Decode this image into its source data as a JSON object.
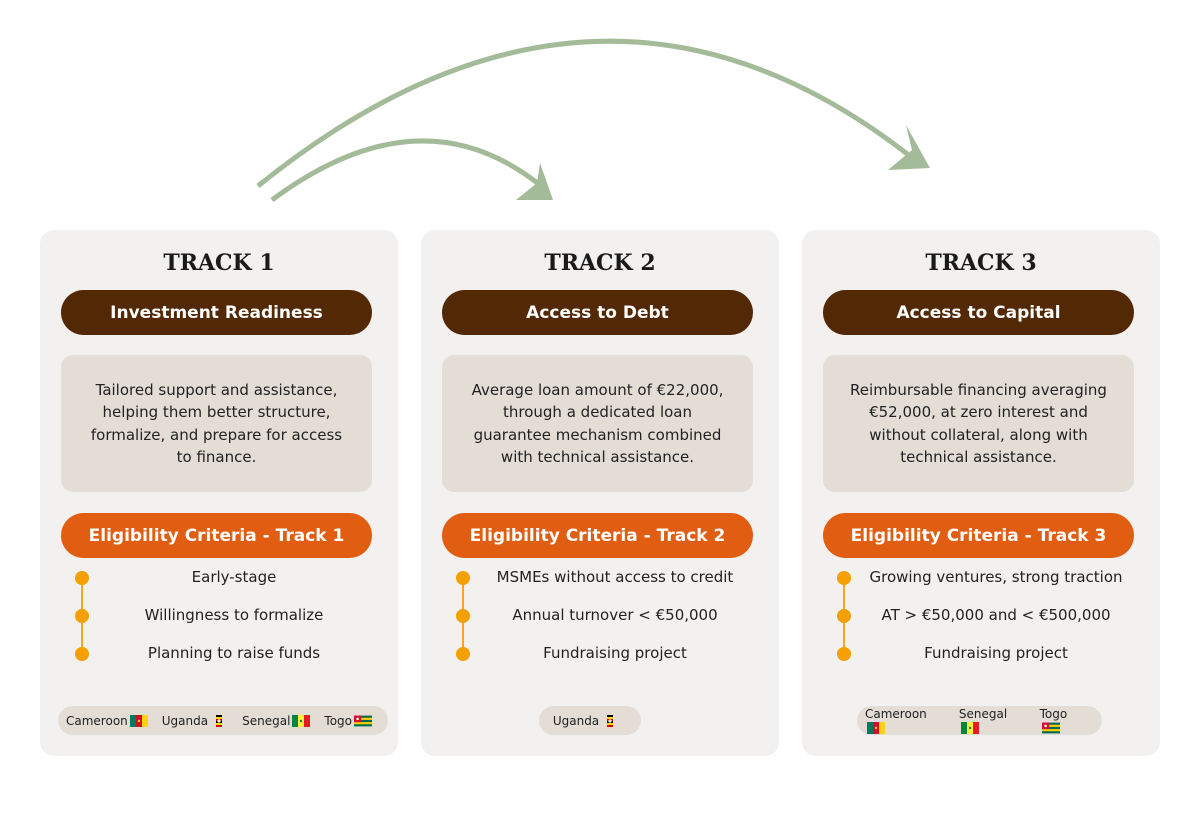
{
  "colors": {
    "arrow": "#a3bb98",
    "brown": "#522805",
    "orange": "#e15d12",
    "dot": "#f5a000"
  },
  "tracks": [
    {
      "title": "TRACK 1",
      "name": "Investment Readiness",
      "description": "Tailored support and assistance, helping them better structure, formalize, and prepare for access to finance.",
      "criteria_label": "Eligibility Criteria - Track 1",
      "criteria": [
        "Early-stage",
        "Willingness to formalize",
        "Planning to raise funds"
      ],
      "countries": [
        "Cameroon",
        "Uganda",
        "Senegal",
        "Togo"
      ]
    },
    {
      "title": "TRACK 2",
      "name": "Access to Debt",
      "description": "Average loan amount of €22,000, through a dedicated loan guarantee mechanism combined with technical assistance.",
      "criteria_label": "Eligibility Criteria - Track 2",
      "criteria": [
        "MSMEs without access to credit",
        "Annual turnover < €50,000",
        "Fundraising project"
      ],
      "countries": [
        "Uganda"
      ]
    },
    {
      "title": "TRACK 3",
      "name": "Access to Capital",
      "description": "Reimbursable financing averaging €52,000, at zero interest and without collateral, along with technical assistance.",
      "criteria_label": "Eligibility Criteria - Track 3",
      "criteria": [
        "Growing ventures, strong traction",
        "AT > €50,000 and < €500,000",
        "Fundraising project"
      ],
      "countries": [
        "Cameroon",
        "Senegal",
        "Togo"
      ]
    }
  ]
}
